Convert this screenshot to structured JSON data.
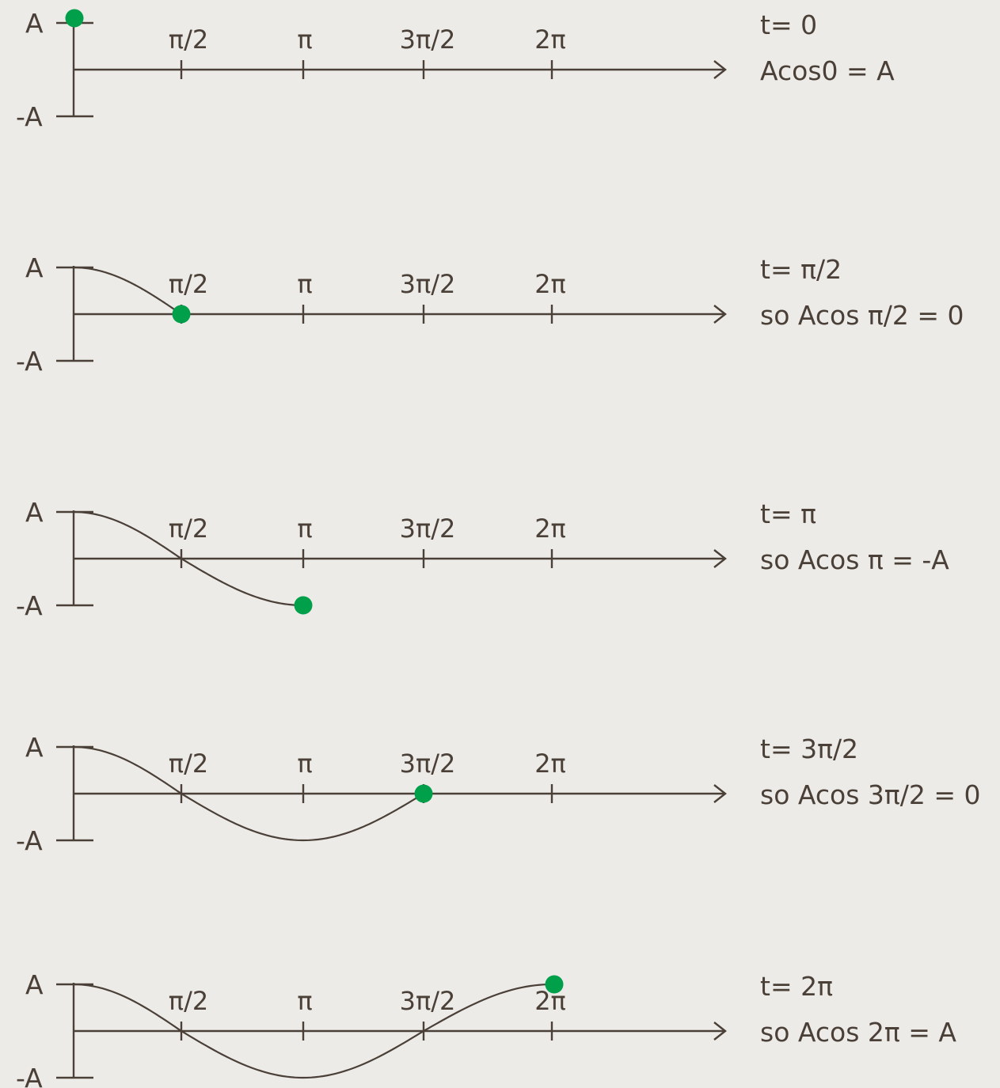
{
  "palette": {
    "background": "#edebe8",
    "ink": "#4a4038",
    "point": "#00a04b"
  },
  "y_labels": {
    "top": "A",
    "bottom": "-A"
  },
  "tick_labels": [
    "π/2",
    "π",
    "3π/2",
    "2π"
  ],
  "panels": [
    {
      "time_label": "t= 0",
      "equation": "Acos0 = A",
      "t": 0
    },
    {
      "time_label": "t= π/2",
      "equation": "so Acos π/2 = 0",
      "t": 1.5708
    },
    {
      "time_label": "t= π",
      "equation": "so Acos π = -A",
      "t": 3.1416
    },
    {
      "time_label": "t= 3π/2",
      "equation": "so Acos 3π/2 = 0",
      "t": 4.7124
    },
    {
      "time_label": "t= 2π",
      "equation": "so Acos 2π = A",
      "t": 6.2832
    }
  ]
}
